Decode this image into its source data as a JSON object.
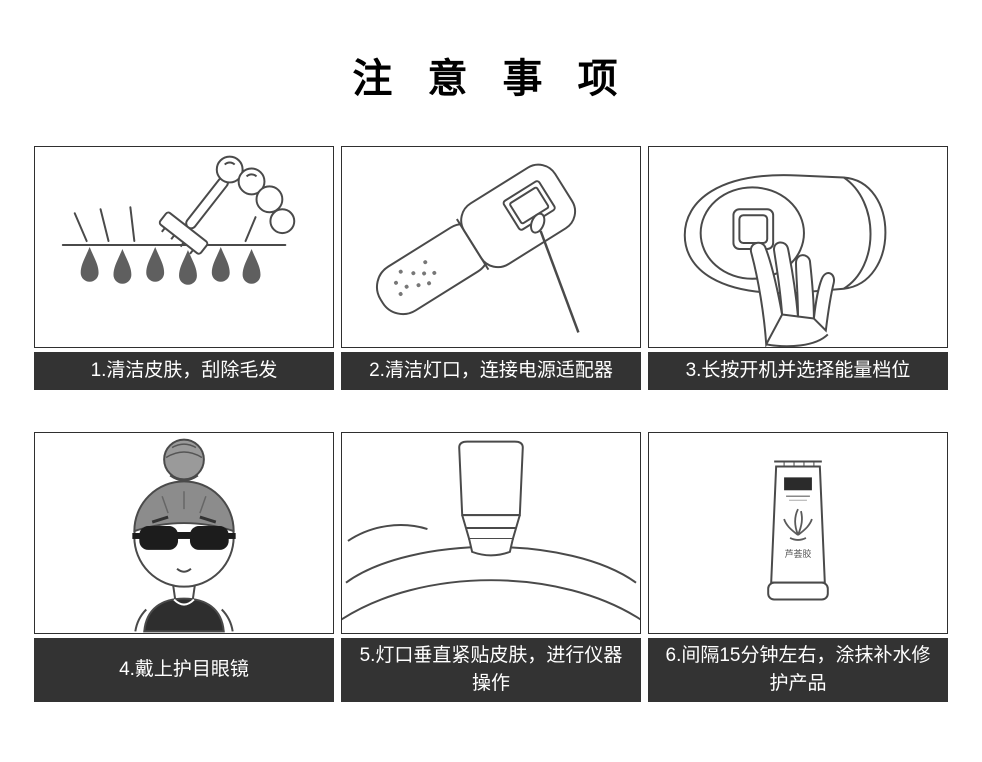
{
  "page": {
    "title": "注 意 事 项",
    "background": "#ffffff"
  },
  "theme": {
    "caption_bg": "#333333",
    "caption_text": "#ffffff",
    "line_color": "#4a4a4a",
    "border_color": "#2f2f2f"
  },
  "steps": [
    {
      "caption": "1.清洁皮肤，刮除毛发"
    },
    {
      "caption": "2.清洁灯口，连接电源适配器"
    },
    {
      "caption": "3.长按开机并选择能量档位"
    },
    {
      "caption": "4.戴上护目眼镜"
    },
    {
      "caption": "5.灯口垂直紧贴皮肤，进行仪器操作"
    },
    {
      "caption": "6.间隔15分钟左右，涂抹补水修护产品",
      "tube_label": "芦荟胶"
    }
  ]
}
